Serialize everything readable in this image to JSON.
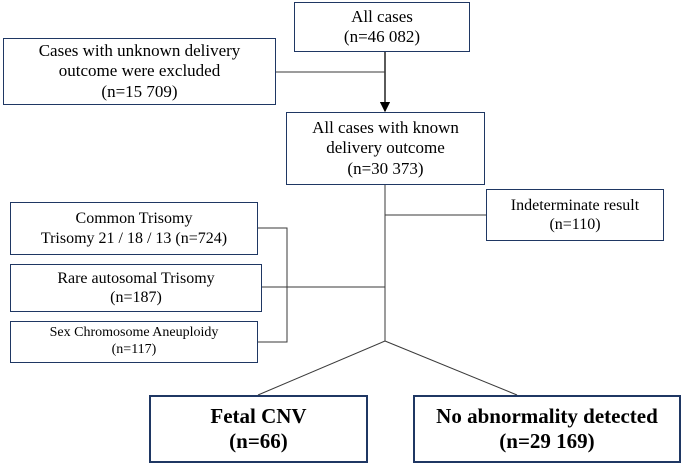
{
  "colors": {
    "box_border": "#1f3763",
    "connector": "#3a3a3a",
    "background": "#ffffff"
  },
  "nodes": {
    "all_cases": {
      "line1": "All cases",
      "line2": "(n=46 082)"
    },
    "excluded": {
      "line1": "Cases with unknown delivery",
      "line2": "outcome were excluded",
      "line3": "(n=15 709)"
    },
    "known_outcome": {
      "line1": "All cases with known",
      "line2": "delivery outcome",
      "line3": "(n=30 373)"
    },
    "indeterminate": {
      "line1": "Indeterminate result",
      "line2": "(n=110)"
    },
    "common_trisomy": {
      "line1": "Common Trisomy",
      "line2": "Trisomy 21 / 18 / 13 (n=724)"
    },
    "rare_trisomy": {
      "line1": "Rare autosomal Trisomy",
      "line2": "(n=187)"
    },
    "sex_chromosome": {
      "line1": "Sex Chromosome Aneuploidy",
      "line2": "(n=117)"
    },
    "fetal_cnv": {
      "line1": "Fetal CNV",
      "line2": "(n=66)"
    },
    "no_abnormality": {
      "line1": "No abnormality detected",
      "line2": "(n=29 169)"
    }
  }
}
